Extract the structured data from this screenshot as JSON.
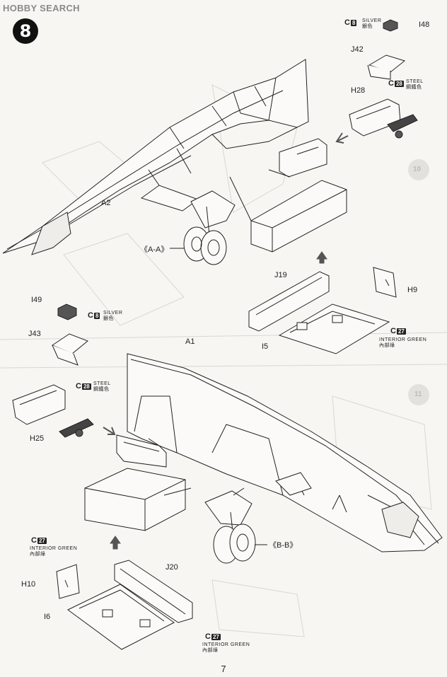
{
  "watermark": "HOBBY SEARCH",
  "step_number": "8",
  "page_number": "7",
  "colors": {
    "ink": "#222222",
    "paper": "#f7f6f3",
    "ghost": "#d8d6d0",
    "badge": "#111111"
  },
  "parts": {
    "a1": "A1",
    "a2": "A2",
    "h9": "H9",
    "h10": "H10",
    "h25": "H25",
    "h28": "H28",
    "i5": "I5",
    "i6": "I6",
    "i48": "I48",
    "i49": "I49",
    "j19": "J19",
    "j20": "J20",
    "j42": "J42",
    "j43": "J43"
  },
  "views": {
    "aa": "《A-A》",
    "bb": "《B-B》"
  },
  "paint": {
    "silver_code": "8",
    "silver_en": "SILVER",
    "silver_zh": "銀色",
    "steel_code": "28",
    "steel_en": "STEEL",
    "steel_zh": "鋼鐵色",
    "green_code": "27",
    "green_en": "INTERIOR GREEN",
    "green_zh": "內部綠",
    "prefix": "C"
  },
  "ghost_steps": [
    "10",
    "11"
  ]
}
